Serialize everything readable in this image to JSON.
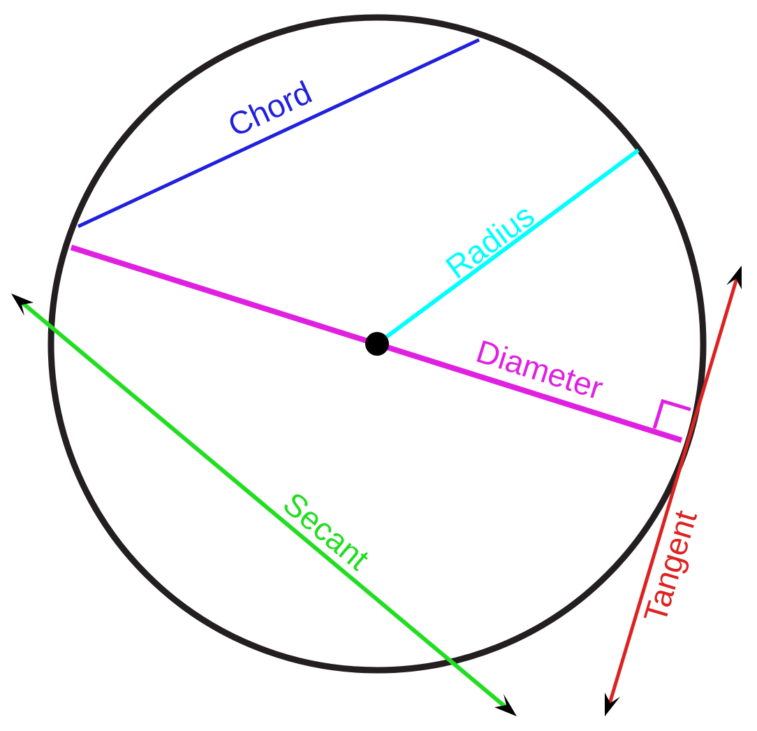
{
  "diagram": {
    "labels": {
      "chord": "Chord",
      "radius": "Radius",
      "diameter": "Diameter",
      "secant": "Secant",
      "tangent": "Tangent"
    },
    "colors": {
      "circle": "#231f20",
      "chord": "#2020dd",
      "radius": "#00ffff",
      "diameter": "#e020e0",
      "secant": "#22dd22",
      "tangent": "#dd2222",
      "center": "#000000",
      "arrowhead": "#000000"
    },
    "features": {
      "center_point": true,
      "right_angle_marker": true,
      "secant_arrowheads": "both-ends",
      "tangent_arrowheads": "both-ends"
    }
  }
}
